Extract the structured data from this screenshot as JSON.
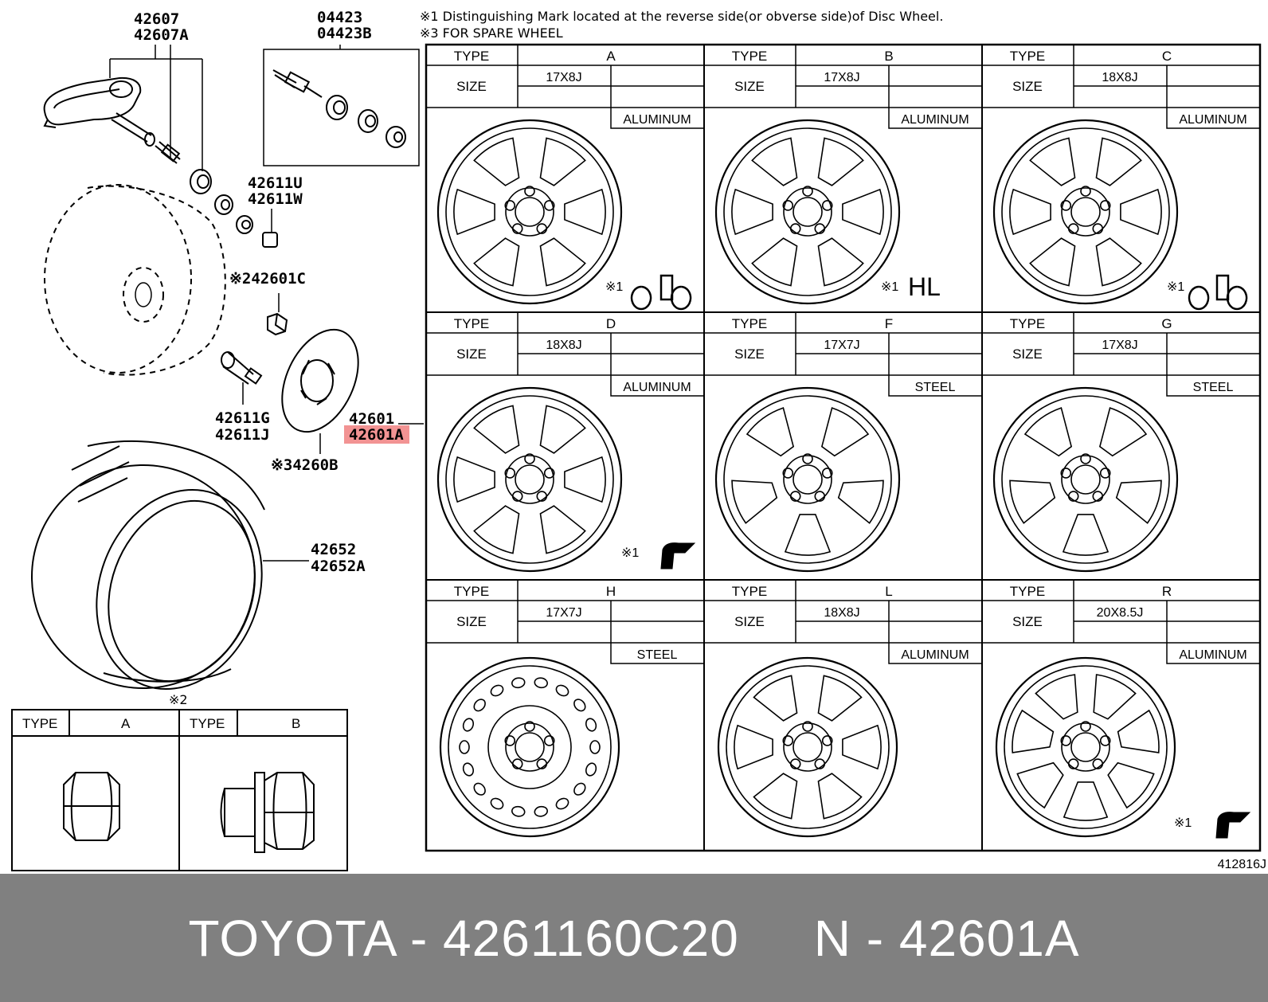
{
  "notes": {
    "note1": "※1 Distinguishing Mark located at the reverse side(or obverse side)of Disc Wheel.",
    "note3": "※3 FOR SPARE WHEEL"
  },
  "callouts": {
    "c42607": "42607",
    "c42607A": "42607A",
    "c04423": "04423",
    "c04423B": "04423B",
    "c42611U": "42611U",
    "c42611W": "42611W",
    "c42601C": "※242601C",
    "c42611G": "42611G",
    "c42611J": "42611J",
    "c42601": "42601",
    "c42601A": "42601A",
    "c4260B": "※34260B",
    "c42652": "42652",
    "c42652A": "42652A"
  },
  "highlight_color": "#f08080",
  "wheel_table": {
    "type_label": "TYPE",
    "size_label": "SIZE",
    "mark_label": "※1",
    "hl_label": "HL",
    "cells": [
      {
        "type": "A",
        "size": "17X8J",
        "material": "ALUMINUM"
      },
      {
        "type": "B",
        "size": "17X8J",
        "material": "ALUMINUM"
      },
      {
        "type": "C",
        "size": "18X8J",
        "material": "ALUMINUM"
      },
      {
        "type": "D",
        "size": "18X8J",
        "material": "ALUMINUM"
      },
      {
        "type": "F",
        "size": "17X7J",
        "material": "STEEL"
      },
      {
        "type": "G",
        "size": "17X8J",
        "material": "STEEL"
      },
      {
        "type": "H",
        "size": "17X7J",
        "material": "STEEL"
      },
      {
        "type": "L",
        "size": "18X8J",
        "material": "ALUMINUM"
      },
      {
        "type": "R",
        "size": "20X8.5J",
        "material": "ALUMINUM"
      }
    ]
  },
  "nut_table": {
    "mark": "※2",
    "type_label": "TYPE",
    "cells": [
      {
        "type": "A"
      },
      {
        "type": "B"
      }
    ]
  },
  "figure_code": "412816J",
  "footer": "TOYOTA - 4261160C20     N - 42601A"
}
